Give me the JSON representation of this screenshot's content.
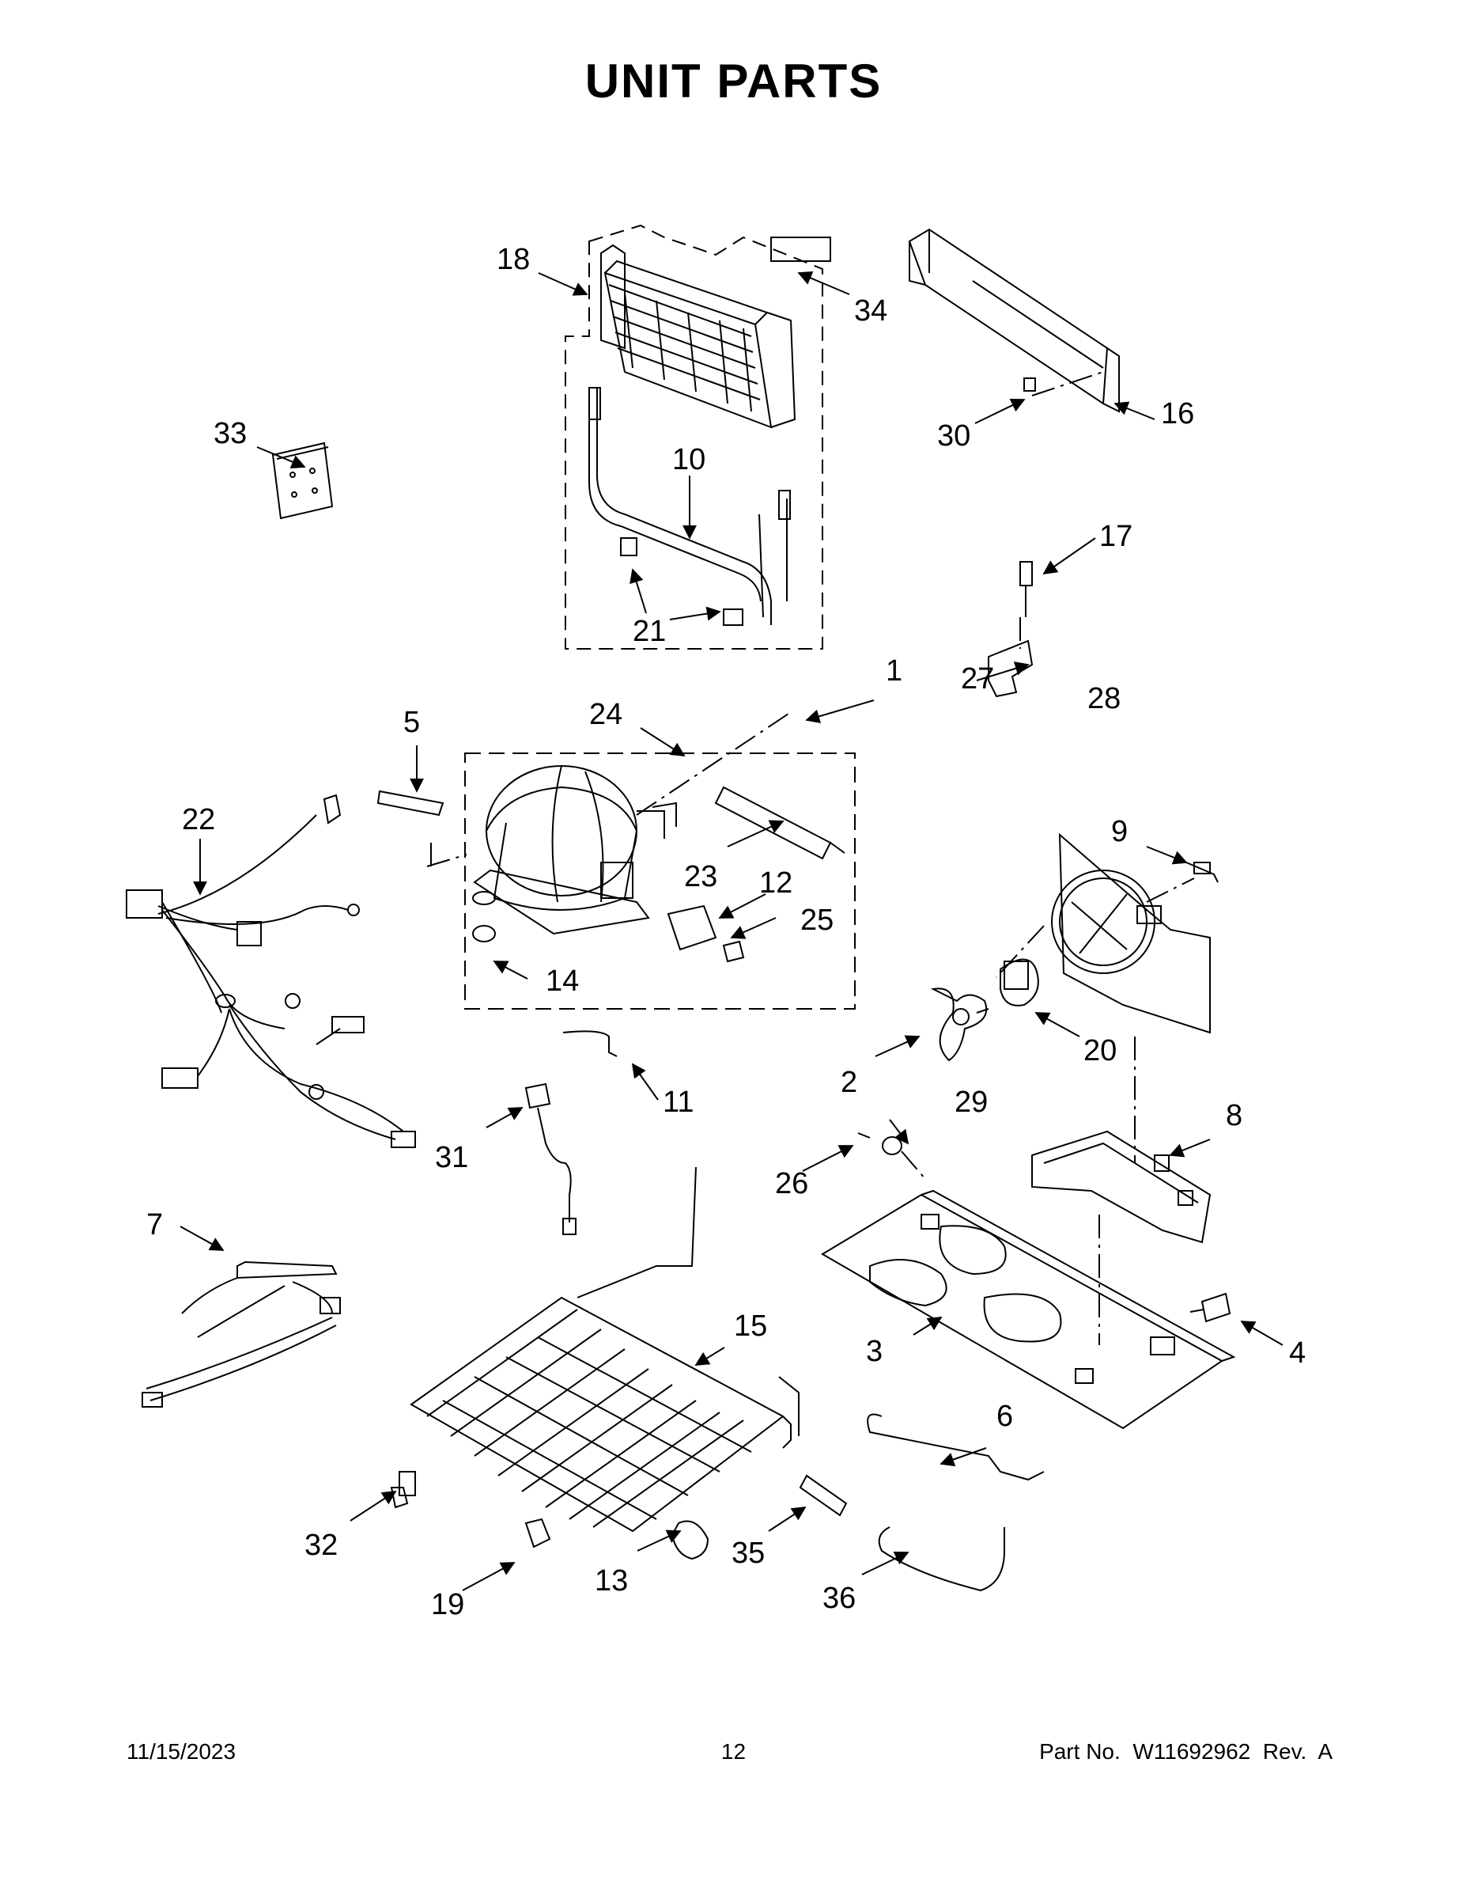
{
  "title": "UNIT PARTS",
  "footer": {
    "date": "11/15/2023",
    "page": "12",
    "part_label": "Part No.  W11692962  Rev.  A"
  },
  "callouts": [
    "1",
    "2",
    "3",
    "4",
    "5",
    "6",
    "7",
    "8",
    "9",
    "10",
    "11",
    "12",
    "13",
    "14",
    "15",
    "16",
    "17",
    "18",
    "19",
    "20",
    "21",
    "22",
    "23",
    "24",
    "25",
    "26",
    "27",
    "28",
    "29",
    "30",
    "31",
    "32",
    "33",
    "34",
    "35",
    "36"
  ]
}
